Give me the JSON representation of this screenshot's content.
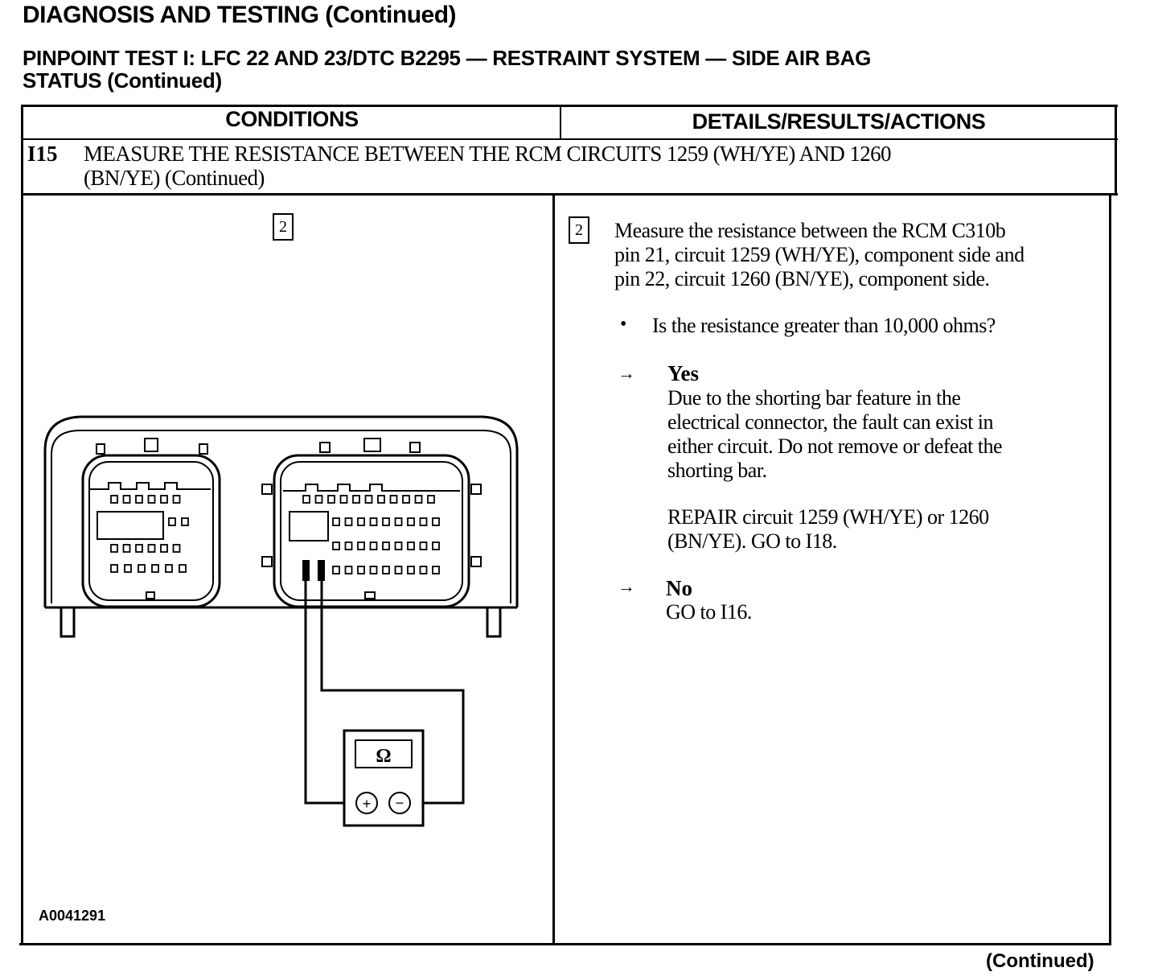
{
  "document": {
    "title": "DIAGNOSIS AND TESTING (Continued)",
    "test_title_lines": [
      "PINPOINT TEST I: LFC 22 AND 23/DTC B2295 — RESTRAINT SYSTEM — SIDE AIR BAG",
      "STATUS (Continued)"
    ],
    "footer_continued": "(Continued)"
  },
  "table": {
    "headers": {
      "conditions": "CONDITIONS",
      "details": "DETAILS/RESULTS/ACTIONS"
    },
    "step": {
      "number": "I15",
      "title_lines": [
        "MEASURE THE RESISTANCE BETWEEN THE RCM CIRCUITS 1259 (WH/YE) AND 1260",
        "(BN/YE) (Continued)"
      ]
    },
    "figure": {
      "step_box": "2",
      "meter_symbol": "Ω",
      "plus": "+",
      "minus": "−",
      "figure_id": "A0041291"
    },
    "actions": {
      "step_box": "2",
      "instruction_lines": [
        "Measure the resistance between the RCM C310b",
        "pin 21, circuit 1259 (WH/YE), component side and",
        "pin 22, circuit 1260 (BN/YE), component side."
      ],
      "bullet": "•",
      "question": "Is the resistance greater than 10,000 ohms?",
      "arrow": "→",
      "yes": {
        "label": "Yes",
        "text_lines": [
          "Due to the shorting bar feature in the",
          "electrical connector, the fault can exist in",
          "either circuit. Do not remove or defeat the",
          "shorting bar."
        ],
        "repair_lines": [
          "REPAIR circuit 1259 (WH/YE) or 1260",
          "(BN/YE). GO to I18."
        ]
      },
      "no": {
        "label": "No",
        "text": "GO to I16."
      }
    }
  }
}
